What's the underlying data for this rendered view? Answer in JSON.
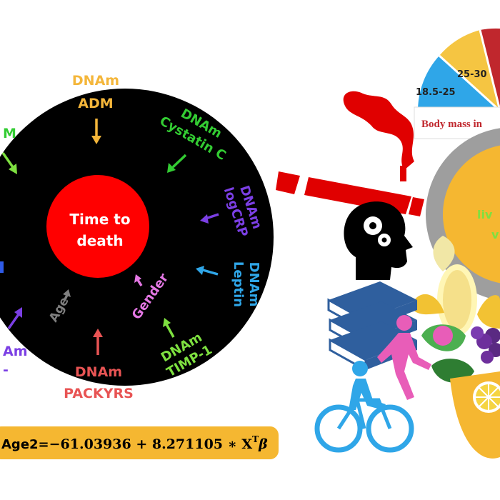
{
  "center": {
    "line1": "Time to",
    "line2": "death"
  },
  "biomarkers": {
    "adm": {
      "line1": "DNAm",
      "line2": "ADM"
    },
    "cystatin": {
      "line1": "DNAm",
      "line2": "Cystatin C"
    },
    "logcrp": {
      "line1": "DNAm",
      "line2": "logCRP"
    },
    "leptin": {
      "line1": "DNAm",
      "line2": "Leptin"
    },
    "timp": {
      "line1": "DNAm",
      "line2": "TIMP-1"
    },
    "packyrs": {
      "line1": "DNAm",
      "line2": "PACKYRS"
    },
    "gender": "Gender",
    "age": "Age",
    "left_top_partial": "M",
    "left_bottom_partial1": "Am",
    "left_bottom_partial2": "-"
  },
  "formula": {
    "prefix": "Age2=",
    "body": "−61.03936 +  8.271105 ∗ X",
    "sup": "T",
    "beta": "β"
  },
  "bmi": {
    "segments": [
      "18.5-25",
      "25-30"
    ],
    "label": "Body mass in"
  },
  "liver": {
    "line1": "liv",
    "line2": "v"
  },
  "colors": {
    "wheel": "#000000",
    "center": "#ff0000",
    "adm": "#f4b63a",
    "cystatin": "#33cc33",
    "logcrp": "#7b3fe4",
    "leptin": "#2fa6e8",
    "timp": "#7ee040",
    "packyrs": "#e85454",
    "gender": "#e477e4",
    "age": "#7f7f7f",
    "formula_bg": "#f5b731"
  },
  "icons": [
    "cigarette-icon",
    "head-gears-icon",
    "books-icon",
    "cyclist-icon",
    "walker-icon",
    "fruit-basket-icon"
  ]
}
